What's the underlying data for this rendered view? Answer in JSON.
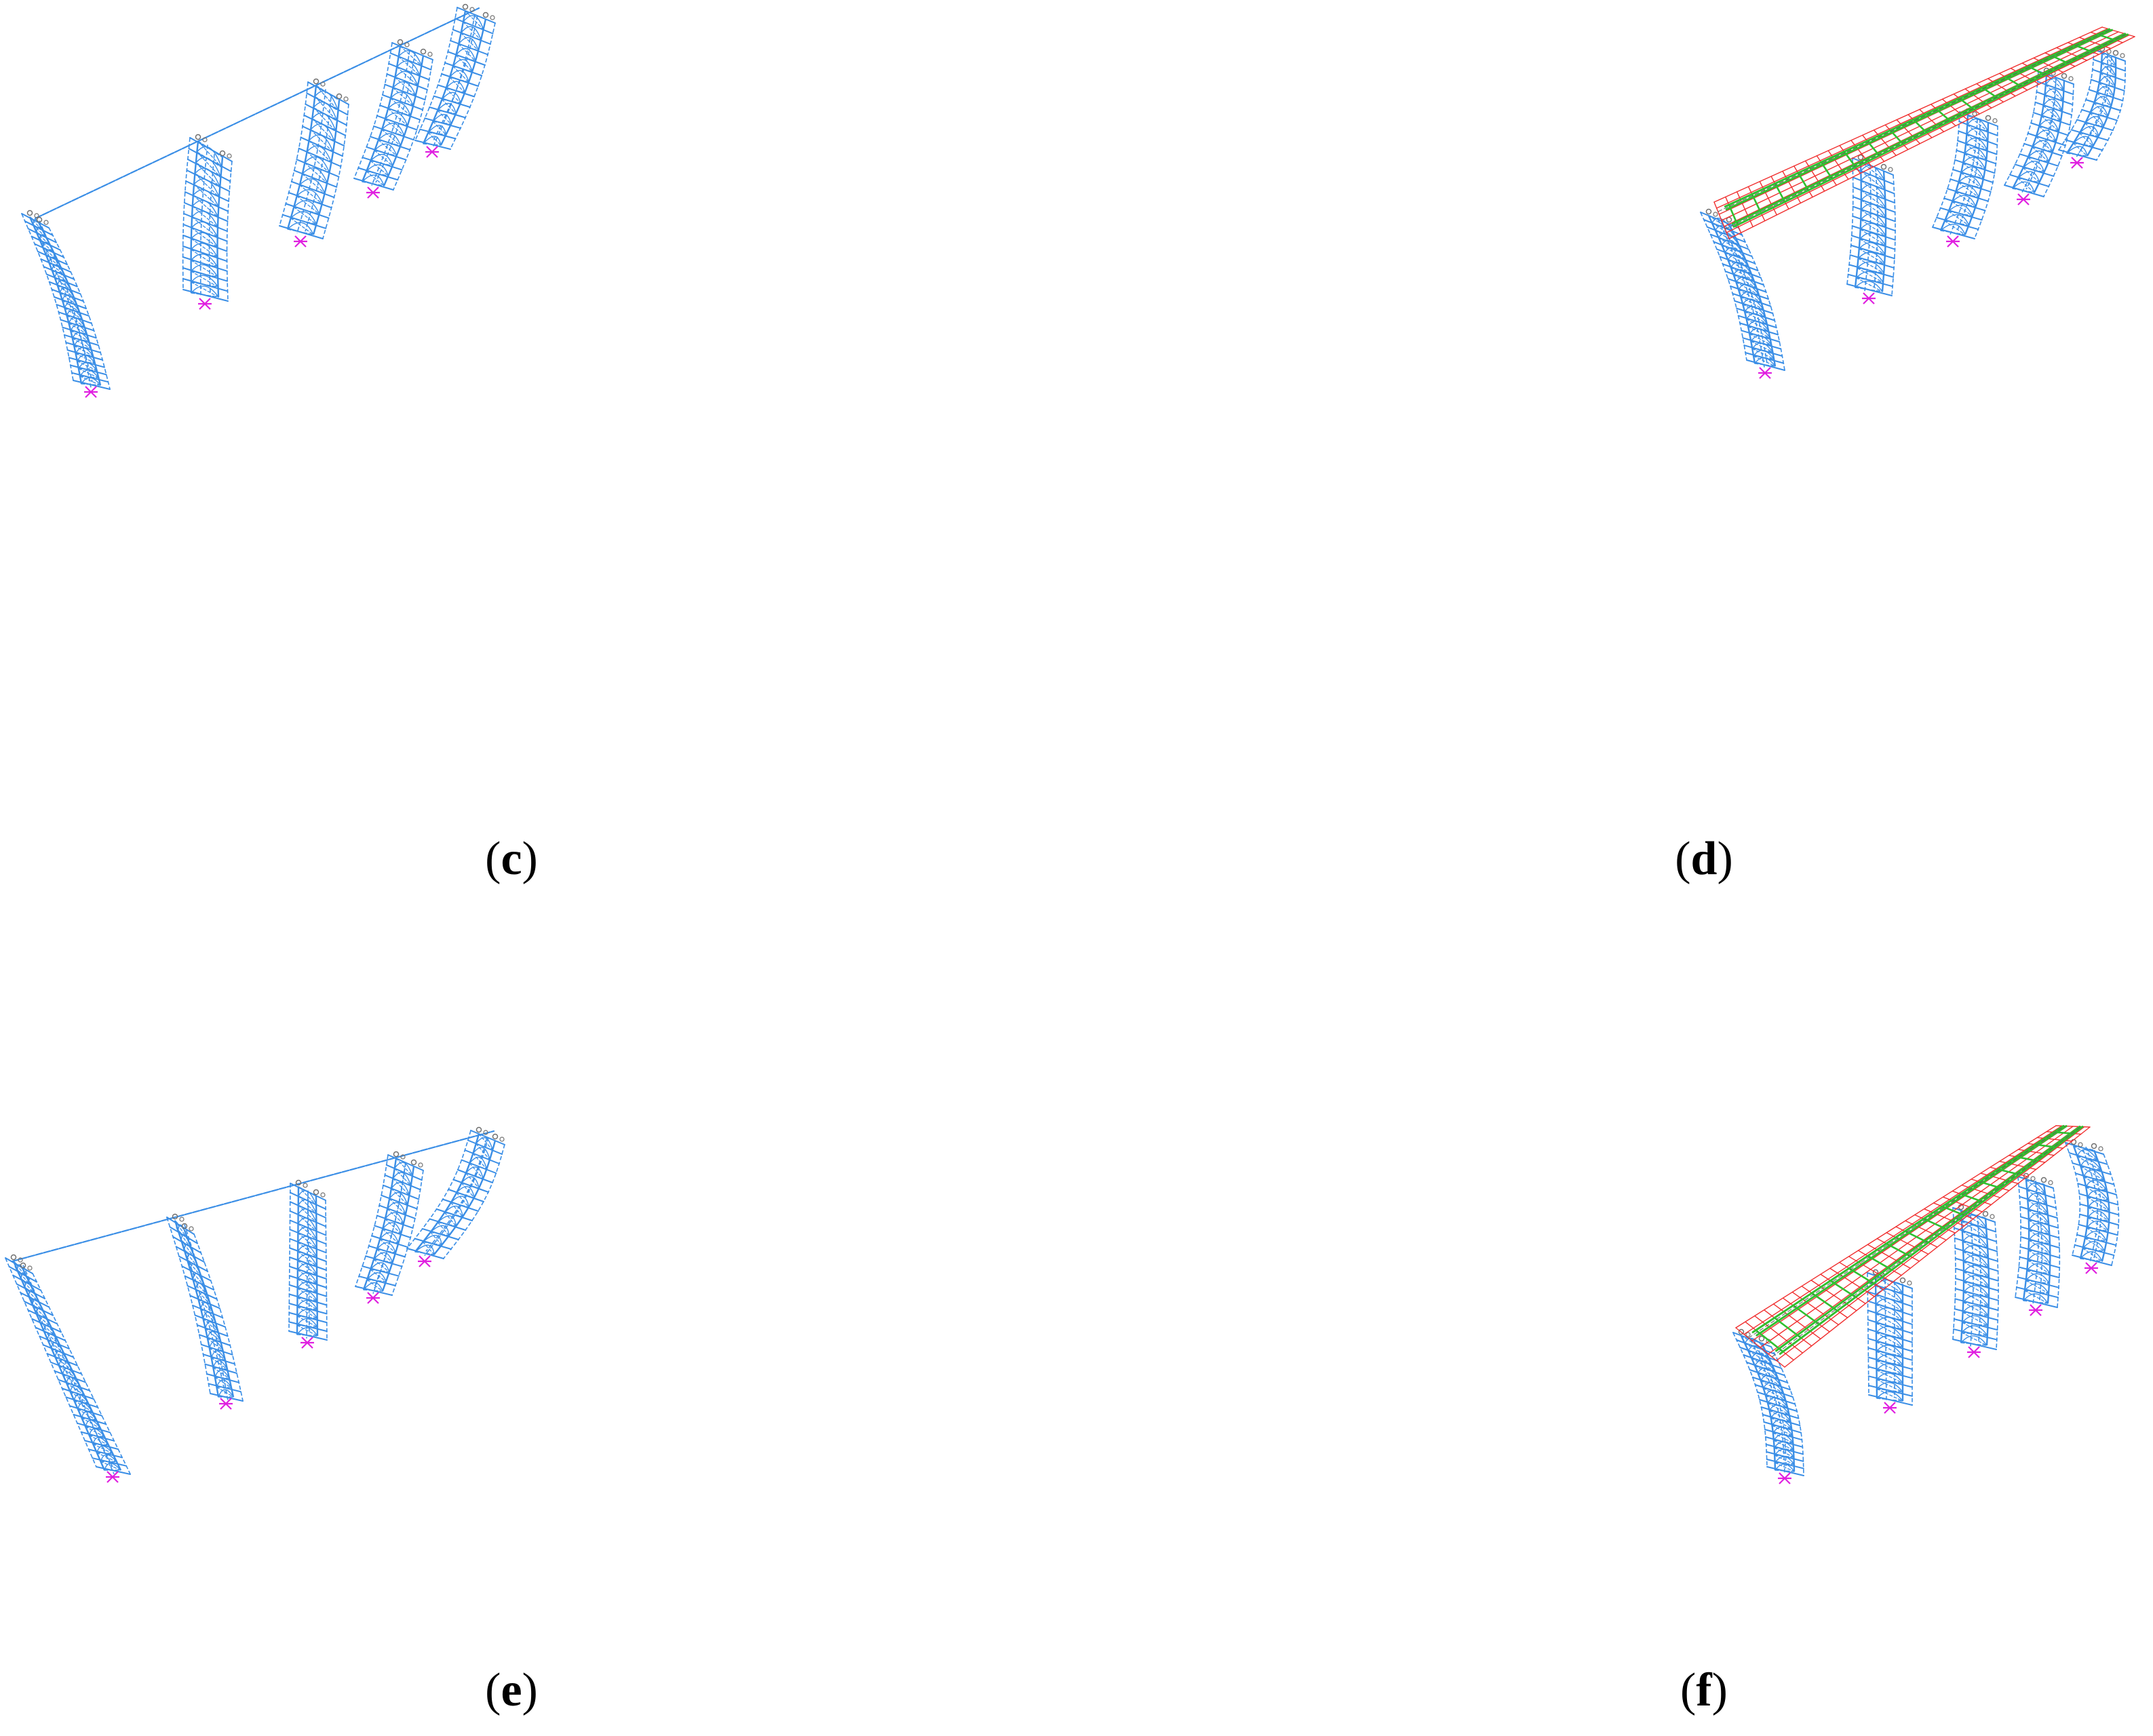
{
  "figure": {
    "panels": [
      {
        "id": "c",
        "caption": "c",
        "has_deck": false
      },
      {
        "id": "d",
        "caption": "d",
        "has_deck": true
      },
      {
        "id": "e",
        "caption": "e",
        "has_deck": false
      },
      {
        "id": "f",
        "caption": "f",
        "has_deck": true
      }
    ],
    "colors": {
      "frame": "#3a8ee6",
      "support": "#e020e0",
      "deck_grid": "#f03030",
      "deck_beam": "#30c030",
      "node": "#707070"
    }
  }
}
